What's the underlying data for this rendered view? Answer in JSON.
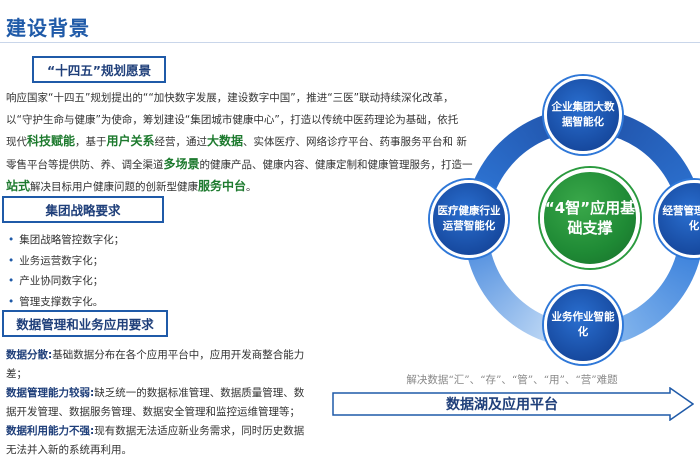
{
  "page": {
    "title": "建设背景"
  },
  "section1": {
    "heading": "“十四五”规划愿景",
    "line1": "响应国家“十四五”规划提出的““加快数字发展，建设数字中国”，推进“三医”联动持续深化改革，",
    "line2": "以“守护生命与健康”为使命，筹划建设“集团城市健康中心”，打造以传统中医药理论为基础，依托",
    "line3_a": "现代",
    "line3_em1": "科技赋能",
    "line3_b": "，基于",
    "line3_em2": "用户关系",
    "line3_c": "经营，通过",
    "line3_em3": "大数据",
    "line3_d": "、实体医疗、网络诊疗平台、药事服务平台和 新",
    "line4_a": "零售平台等提供防、养、调全渠道",
    "line4_em1": "多场景",
    "line4_b": "的健康产品、健康内容、健康定制和健康管理服务，打造一",
    "line5_em1": "站式",
    "line5_a": "解决目标用户健康问题的创新型健康",
    "line5_em2": "服务中台",
    "line5_b": "。"
  },
  "section2": {
    "heading": "集团战略要求",
    "items": [
      "集团战略管控数字化；",
      "业务运营数字化；",
      "产业协同数字化；",
      "管理支撑数字化。"
    ]
  },
  "section3": {
    "heading": "数据管理和业务应用要求",
    "p1_label": "数据分散:",
    "p1_text": "基础数据分布在各个应用平台中，应用开发商整合能力",
    "p1_cont": "差；",
    "p2_label": "数据管理能力较弱:",
    "p2_text": "缺乏统一的数据标准管理、数据质量管理、数",
    "p2_cont": "据开发管理、数据服务管理、数据安全管理和监控运维管理等；",
    "p3_label": "数据利用能力不强:",
    "p3_text": "现有数据无法适应新业务需求，同时历史数据",
    "p3_cont": "无法并入新的系统再利用。"
  },
  "diagram": {
    "center": "“4智”应用基础支撑",
    "top": "企业集团大数据智能化",
    "left": "医疗健康行业运营智能化",
    "right": "经营管理智能化",
    "bottom": "业务作业智能化",
    "caption": "解决数据“汇”、“存”、“管”、“用”、“营”难题",
    "arrow_label": "数据湖及应用平台"
  }
}
